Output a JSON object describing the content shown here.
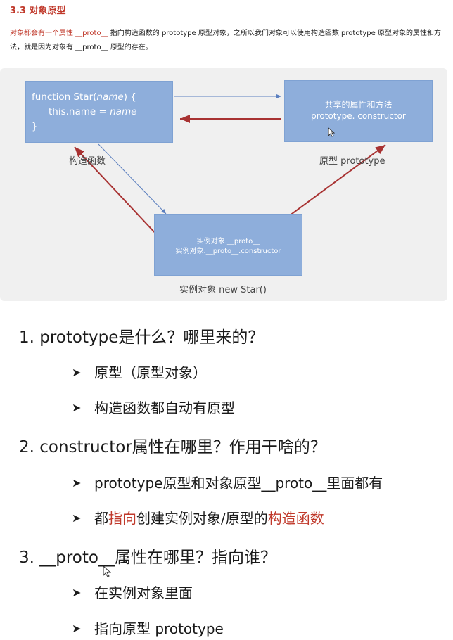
{
  "header": {
    "title": "3.3 对象原型",
    "desc_part1": "对象都会有一个属性 __proto__ ",
    "desc_part2": "指向构造函数的 prototype 原型对象，之所以我们对象可以使用构造函数 prototype 原型对象的属性和方法，就是因为对象有 __proto__ 原型的存在。"
  },
  "diagram": {
    "code_line1_a": "function Star(",
    "code_line1_param": "name",
    "code_line1_b": ") {",
    "code_line2_a": "this.name = ",
    "code_line2_b": "name",
    "code_line3": "}",
    "code_caption": "构造函数",
    "proto_line1": "共享的属性和方法",
    "proto_line2": "prototype. constructor",
    "proto_caption": "原型 prototype",
    "inst_line1": "实例对象.__proto__",
    "inst_line2": "实例对象.__proto__.constructor",
    "inst_caption": "实例对象 new Star()"
  },
  "questions": [
    {
      "title": "1.  prototype是什么？哪里来的？",
      "bullets": [
        "原型（原型对象）",
        "构造函数都自动有原型"
      ]
    },
    {
      "title": "2.  constructor属性在哪里？作用干啥的？",
      "bullets": [
        "prototype原型和对象原型__proto__里面都有"
      ],
      "rich_bullet": {
        "a": "都",
        "b": "指向",
        "c": "创建实例对象/原型的",
        "d": "构造函数"
      }
    },
    {
      "title": "3.  __proto__属性在哪里？指向谁？",
      "bullets": [
        "在实例对象里面",
        "指向原型 prototype"
      ]
    }
  ],
  "bullet_symbol": "➤",
  "colors": {
    "accent": "#c0392b",
    "box": "#8eaedb",
    "arrow_blue": "#5b7fbf"
  }
}
